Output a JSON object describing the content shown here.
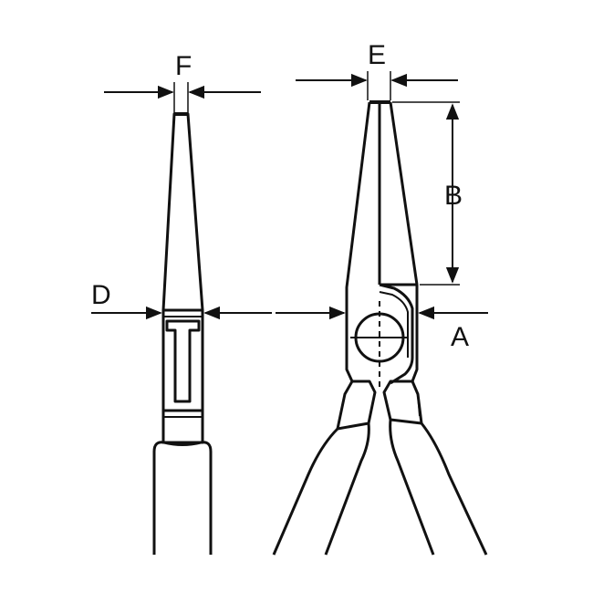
{
  "diagram": {
    "title": "",
    "dimension_labels": {
      "F": "F",
      "E": "E",
      "B": "B",
      "D": "D",
      "A": "A"
    },
    "colors": {
      "stroke": "#111111",
      "background": "#ffffff"
    }
  }
}
